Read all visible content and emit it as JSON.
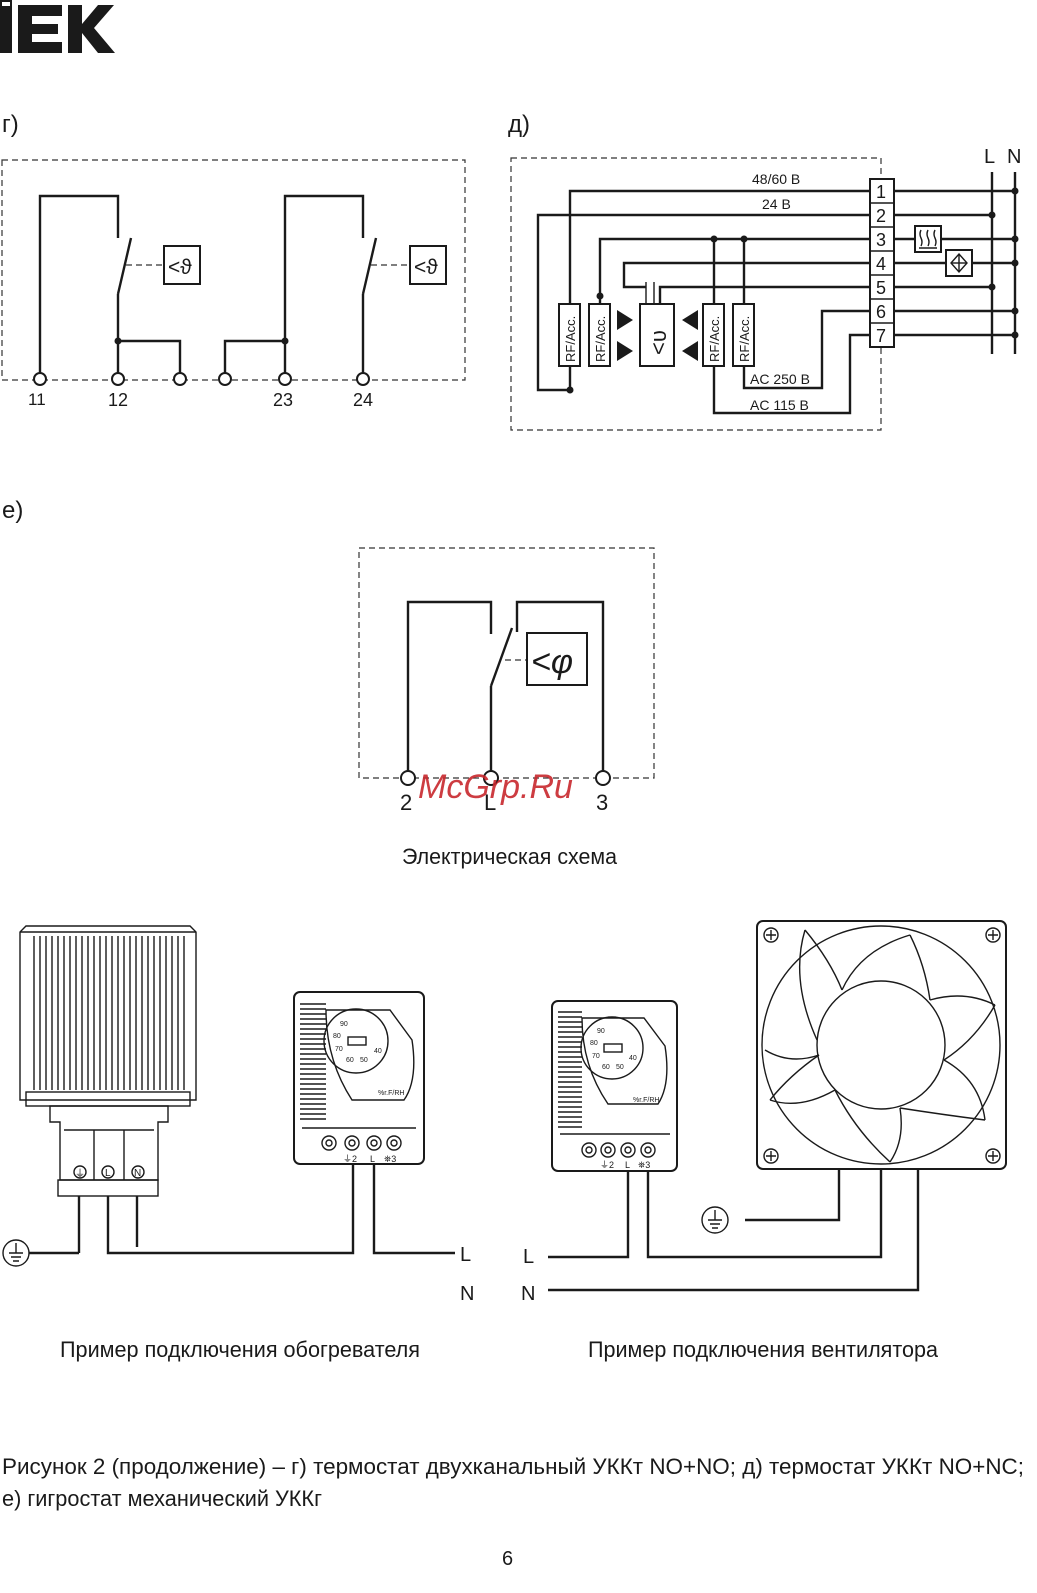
{
  "logo": {
    "text": "IEK",
    "color": "#1a1a1a"
  },
  "panel_g": {
    "label": "г)",
    "terminals": [
      "11",
      "12",
      "23",
      "24"
    ],
    "sensor_symbol": "<ϑ"
  },
  "panel_d": {
    "label": "д)",
    "terminals": [
      "1",
      "2",
      "3",
      "4",
      "5",
      "6",
      "7"
    ],
    "voltages": {
      "v4860": "48/60 В",
      "v24": "24 В",
      "ac250": "AC 250 В",
      "ac115": "AC 115 В"
    },
    "rf_label": "RF/Acc.",
    "sensor_symbol": "<υ",
    "line_labels": {
      "L": "L",
      "N": "N"
    },
    "icons": [
      "heater-icon",
      "fan-icon"
    ]
  },
  "panel_e": {
    "label": "е)",
    "terminals": [
      "2",
      "L",
      "3"
    ],
    "sensor_symbol": "<φ",
    "caption": "Электрическая схема"
  },
  "watermark": "McGrp.Ru",
  "heater_example": {
    "caption": "Пример подключения обогревателя",
    "heater_terminals": [
      "⏚",
      "L",
      "N"
    ],
    "device_scale": [
      "90",
      "80",
      "70",
      "60",
      "50",
      "40"
    ],
    "device_unit": "%r.F/RH",
    "device_terminals": [
      "⏚2",
      "L",
      "⛯3"
    ],
    "lines": {
      "L": "L",
      "N": "N"
    }
  },
  "fan_example": {
    "caption": "Пример подключения вентилятора",
    "device_scale": [
      "90",
      "80",
      "70",
      "60",
      "50",
      "40"
    ],
    "device_unit": "%r.F/RH",
    "device_terminals": [
      "⏚2",
      "L",
      "⛯3"
    ],
    "lines": {
      "L": "L",
      "N": "N"
    }
  },
  "figure_caption": {
    "line1": "Рисунок 2 (продолжение) –  г) термостат двухканальный УККт NO+NO; д) термостат УККт NO+NC;",
    "line2": "е) гигростат механический УККг"
  },
  "page_number": "6"
}
